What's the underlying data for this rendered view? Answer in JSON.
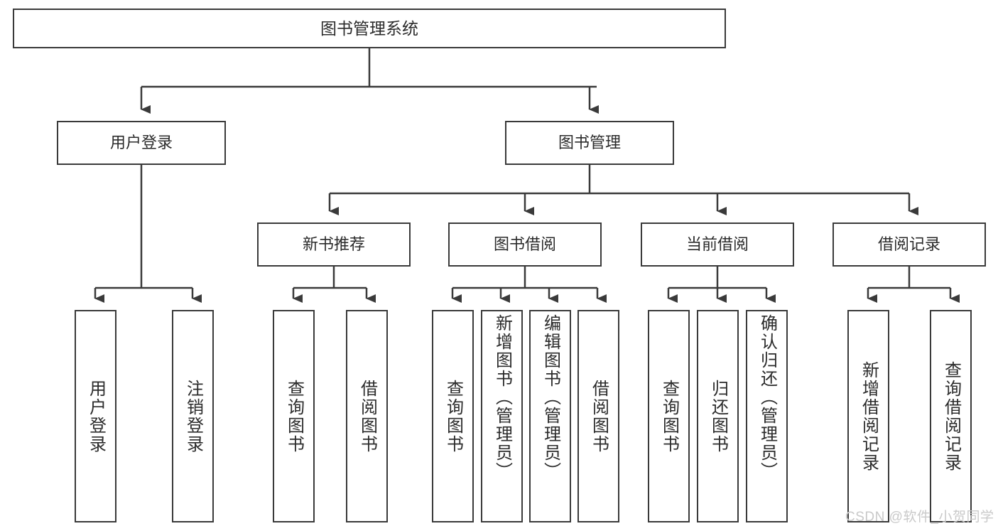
{
  "diagram": {
    "title": "图书管理系统",
    "type": "tree-hierarchy-diagram",
    "colors": {
      "stroke": "#3a3a3a",
      "fill": "#ffffff",
      "text": "#2b2b2b",
      "watermark": "#c9c9c9"
    },
    "root": {
      "label": "图书管理系统"
    },
    "level1": [
      {
        "label": "用户登录"
      },
      {
        "label": "图书管理"
      }
    ],
    "level2": [
      {
        "label": "新书推荐"
      },
      {
        "label": "图书借阅"
      },
      {
        "label": "当前借阅"
      },
      {
        "label": "借阅记录"
      }
    ],
    "leaves": {
      "user_login": [
        {
          "label": "用户登录"
        },
        {
          "label": "注销登录"
        }
      ],
      "new_book_recommend": [
        {
          "label": "查询图书"
        },
        {
          "label": "借阅图书"
        }
      ],
      "book_borrow": [
        {
          "label": "查询图书"
        },
        {
          "label": "新增图书（管理员）"
        },
        {
          "label": "编辑图书（管理员）"
        },
        {
          "label": "借阅图书"
        }
      ],
      "current_borrow": [
        {
          "label": "查询图书"
        },
        {
          "label": "归还图书"
        },
        {
          "label": "确认归还（管理员）"
        }
      ],
      "borrow_record": [
        {
          "label": "新增借阅记录"
        },
        {
          "label": "查询借阅记录"
        }
      ]
    }
  },
  "watermark": {
    "text": "CSDN @软件_小贺同学"
  }
}
